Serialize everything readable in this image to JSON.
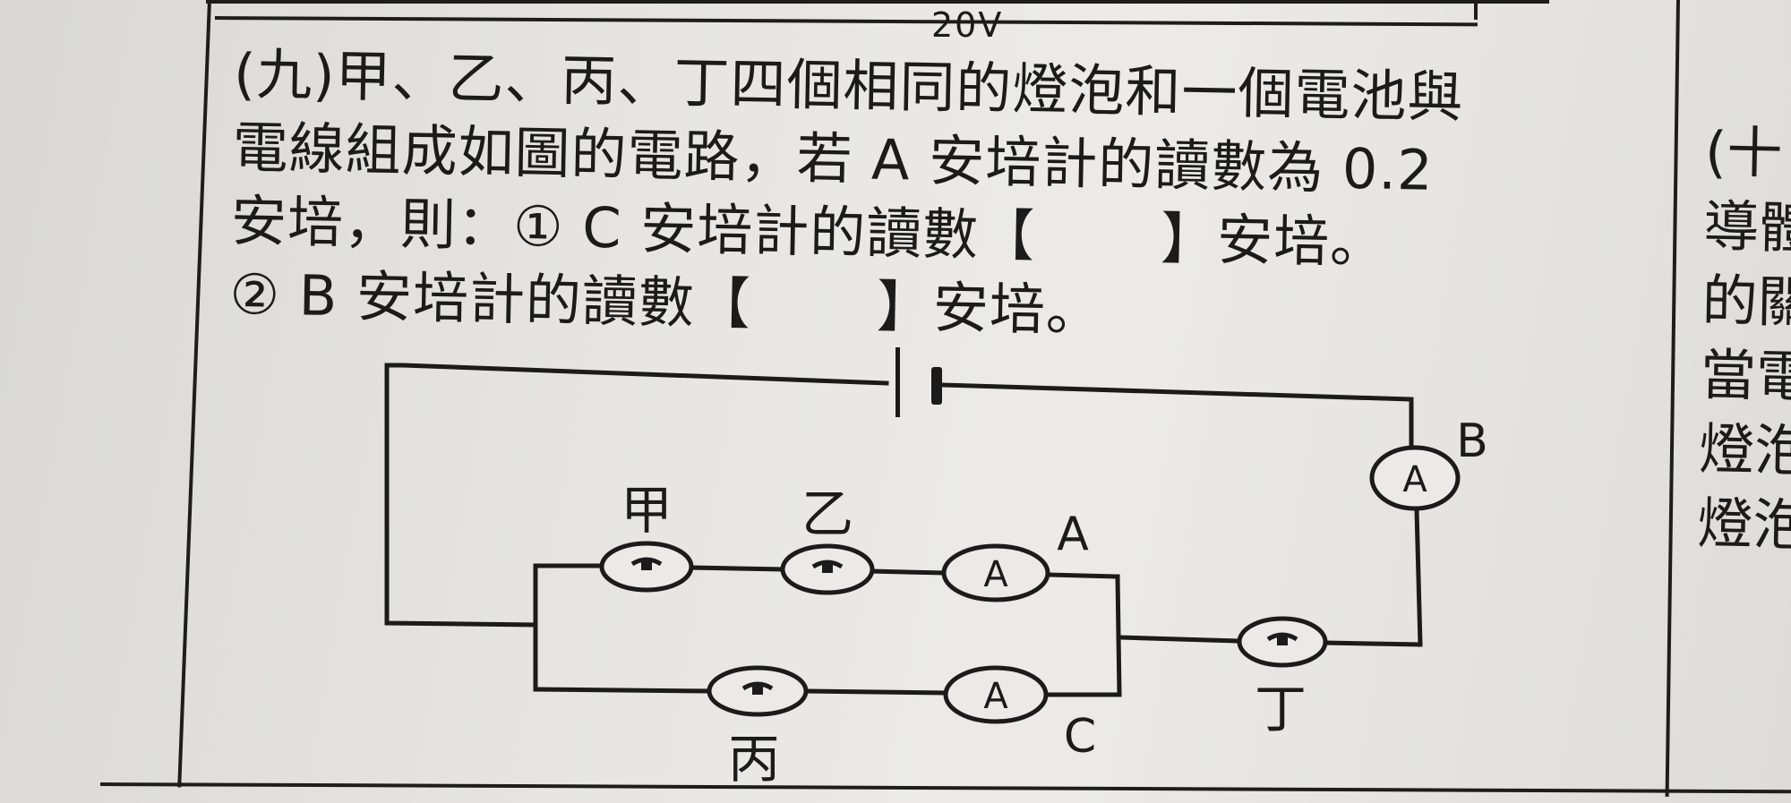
{
  "top_label": "20V",
  "question": {
    "lines": [
      "(九)甲、乙、丙、丁四個相同的燈泡和一個電池與",
      "電線組成如圖的電路，若 A 安培計的讀數為 0.2",
      "安培，則：① C  安培計的讀數【",
      "② B  安培計的讀數【"
    ],
    "line3_suffix": "】安培。",
    "line4_suffix": "】安培。"
  },
  "side_text": [
    "(十",
    "導體",
    "的關",
    "當電",
    "燈泡",
    "燈泡"
  ],
  "circuit": {
    "bulbs": [
      "甲",
      "乙",
      "丙",
      "丁"
    ],
    "meter_symbol": "A",
    "meter_labels": [
      "A",
      "B",
      "C"
    ]
  }
}
